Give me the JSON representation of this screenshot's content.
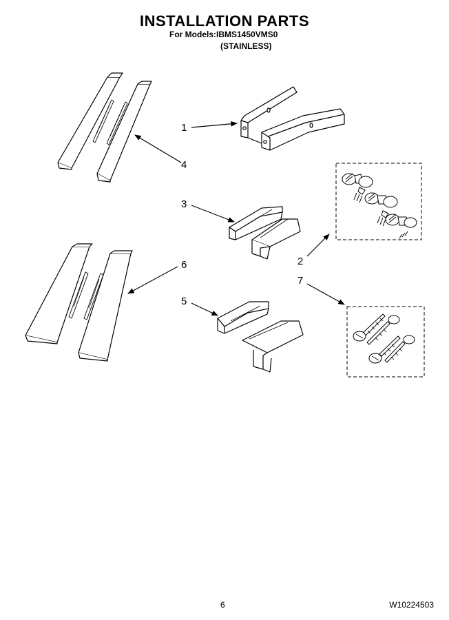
{
  "header": {
    "title": "INSTALLATION PARTS",
    "models": "For Models:IBMS1450VMS0",
    "variant": "(STAINLESS)"
  },
  "callouts": {
    "c1": "1",
    "c2": "2",
    "c3": "3",
    "c4": "4",
    "c5": "5",
    "c6": "6",
    "c7": "7"
  },
  "footer": {
    "page_number": "6",
    "doc_code": "W10224503"
  }
}
